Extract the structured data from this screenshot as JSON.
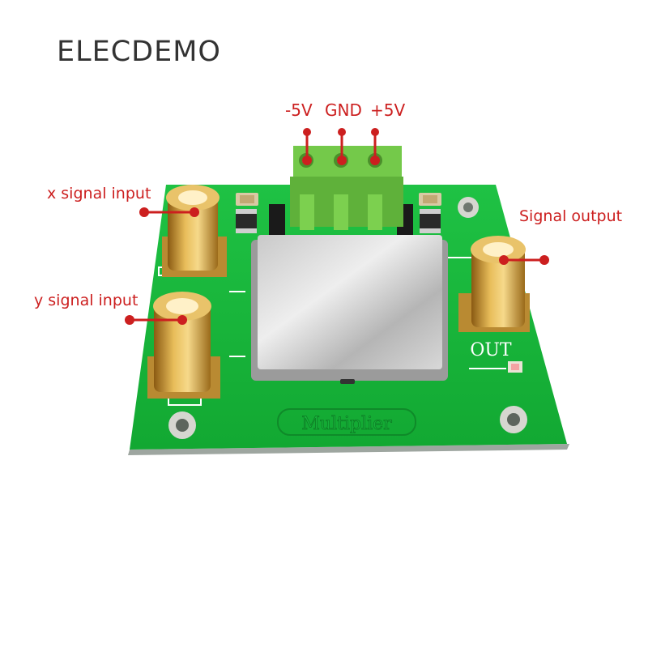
{
  "brand": "ELECDEMO",
  "labels": {
    "x_input": "x signal input",
    "y_input": "y signal input",
    "output": "Signal output",
    "pin_neg5v": "-5V",
    "pin_gnd": "GND",
    "pin_pos5v": "+5V"
  },
  "board": {
    "silkscreen_out": "OUT",
    "module_name": "Multiplier"
  },
  "colors": {
    "pcb": "#17b838",
    "terminal_block": "#6ec246",
    "callout": "#cc1f1f",
    "sma_gold": "#d8a235"
  }
}
